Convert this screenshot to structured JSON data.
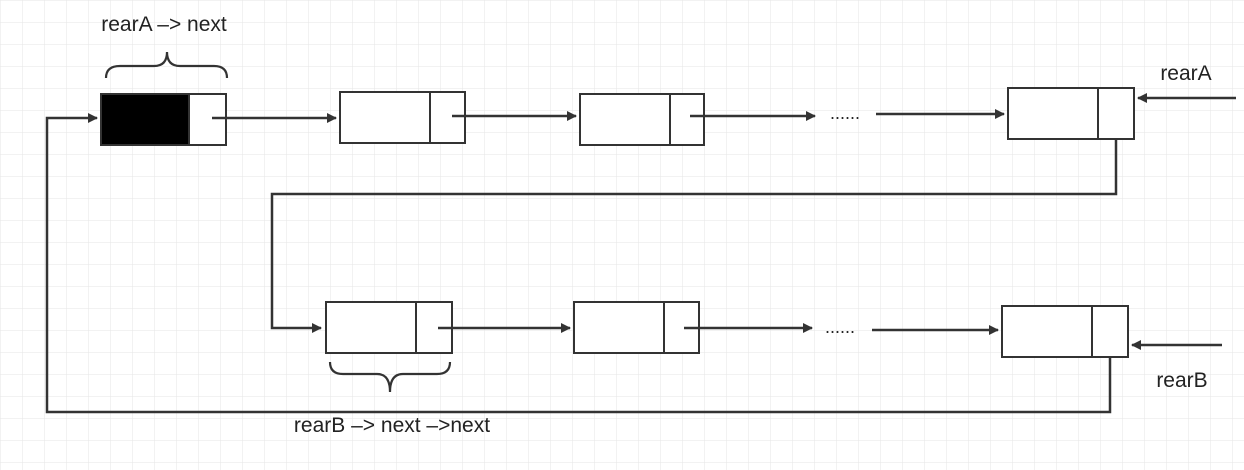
{
  "labels": {
    "rearA_next": "rearA –> next",
    "rearA": "rearA",
    "rearB": "rearB",
    "rearB_next_next": "rearB –> next –>next"
  },
  "ellipsis": "......",
  "colors": {
    "line": "#333333",
    "head_fill": "#000000",
    "grid": "#e6e6e6",
    "text": "#222222"
  }
}
